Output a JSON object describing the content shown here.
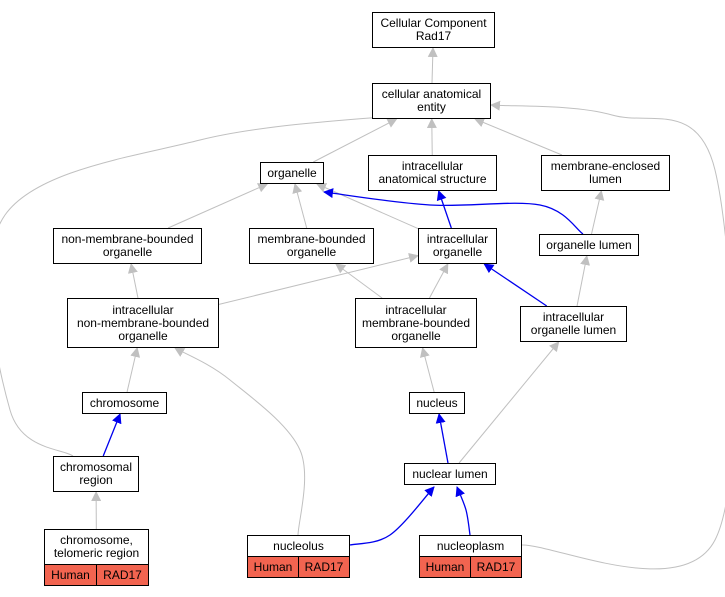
{
  "colors": {
    "edge_is_a": "#c0c0c0",
    "edge_part_of": "#0000ee",
    "annotation_fill": "#f26450"
  },
  "nodes": {
    "root": [
      "Cellular Component",
      "Rad17"
    ],
    "cae": [
      "cellular anatomical",
      "entity"
    ],
    "organelle": [
      "organelle"
    ],
    "ias": [
      "intracellular",
      "anatomical structure"
    ],
    "mel": [
      "membrane-enclosed",
      "lumen"
    ],
    "nmbo": [
      "non-membrane-bounded",
      "organelle"
    ],
    "mbo": [
      "membrane-bounded",
      "organelle"
    ],
    "io": [
      "intracellular",
      "organelle"
    ],
    "ol": [
      "organelle lumen"
    ],
    "inmbo": [
      "intracellular",
      "non-membrane-bounded",
      "organelle"
    ],
    "imbo": [
      "intracellular",
      "membrane-bounded",
      "organelle"
    ],
    "iol": [
      "intracellular",
      "organelle lumen"
    ],
    "chromosome": [
      "chromosome"
    ],
    "nucleus": [
      "nucleus"
    ],
    "chromreg": [
      "chromosomal",
      "region"
    ],
    "nuclumen": [
      "nuclear lumen"
    ]
  },
  "annotated": {
    "telomeric": {
      "label": [
        "chromosome,",
        "telomeric region"
      ],
      "tags": [
        "Human",
        "RAD17"
      ]
    },
    "nucleolus": {
      "label": [
        "nucleolus"
      ],
      "tags": [
        "Human",
        "RAD17"
      ]
    },
    "nucleoplasm": {
      "label": [
        "nucleoplasm"
      ],
      "tags": [
        "Human",
        "RAD17"
      ]
    }
  },
  "edges": [
    {
      "from": "cae",
      "to": "root",
      "type": "is_a"
    },
    {
      "from": "organelle",
      "to": "cae",
      "type": "is_a"
    },
    {
      "from": "ias",
      "to": "cae",
      "type": "is_a"
    },
    {
      "from": "mel",
      "to": "cae",
      "type": "is_a"
    },
    {
      "from": "chromreg",
      "to": "cae",
      "type": "is_a"
    },
    {
      "from": "nucleoplasm",
      "to": "cae",
      "type": "is_a"
    },
    {
      "from": "nmbo",
      "to": "organelle",
      "type": "is_a"
    },
    {
      "from": "mbo",
      "to": "organelle",
      "type": "is_a"
    },
    {
      "from": "io",
      "to": "organelle",
      "type": "is_a"
    },
    {
      "from": "ol",
      "to": "organelle",
      "type": "part_of"
    },
    {
      "from": "io",
      "to": "ias",
      "type": "part_of"
    },
    {
      "from": "ol",
      "to": "mel",
      "type": "is_a"
    },
    {
      "from": "inmbo",
      "to": "nmbo",
      "type": "is_a"
    },
    {
      "from": "inmbo",
      "to": "io",
      "type": "is_a"
    },
    {
      "from": "imbo",
      "to": "mbo",
      "type": "is_a"
    },
    {
      "from": "imbo",
      "to": "io",
      "type": "is_a"
    },
    {
      "from": "iol",
      "to": "io",
      "type": "part_of"
    },
    {
      "from": "iol",
      "to": "ol",
      "type": "is_a"
    },
    {
      "from": "chromosome",
      "to": "inmbo",
      "type": "is_a"
    },
    {
      "from": "nucleolus",
      "to": "inmbo",
      "type": "is_a"
    },
    {
      "from": "nucleus",
      "to": "imbo",
      "type": "is_a"
    },
    {
      "from": "nuclumen",
      "to": "iol",
      "type": "is_a"
    },
    {
      "from": "chromreg",
      "to": "chromosome",
      "type": "part_of"
    },
    {
      "from": "nuclumen",
      "to": "nucleus",
      "type": "part_of"
    },
    {
      "from": "telomeric",
      "to": "chromreg",
      "type": "is_a"
    },
    {
      "from": "nucleolus",
      "to": "nuclumen",
      "type": "part_of"
    },
    {
      "from": "nucleoplasm",
      "to": "nuclumen",
      "type": "part_of"
    }
  ]
}
